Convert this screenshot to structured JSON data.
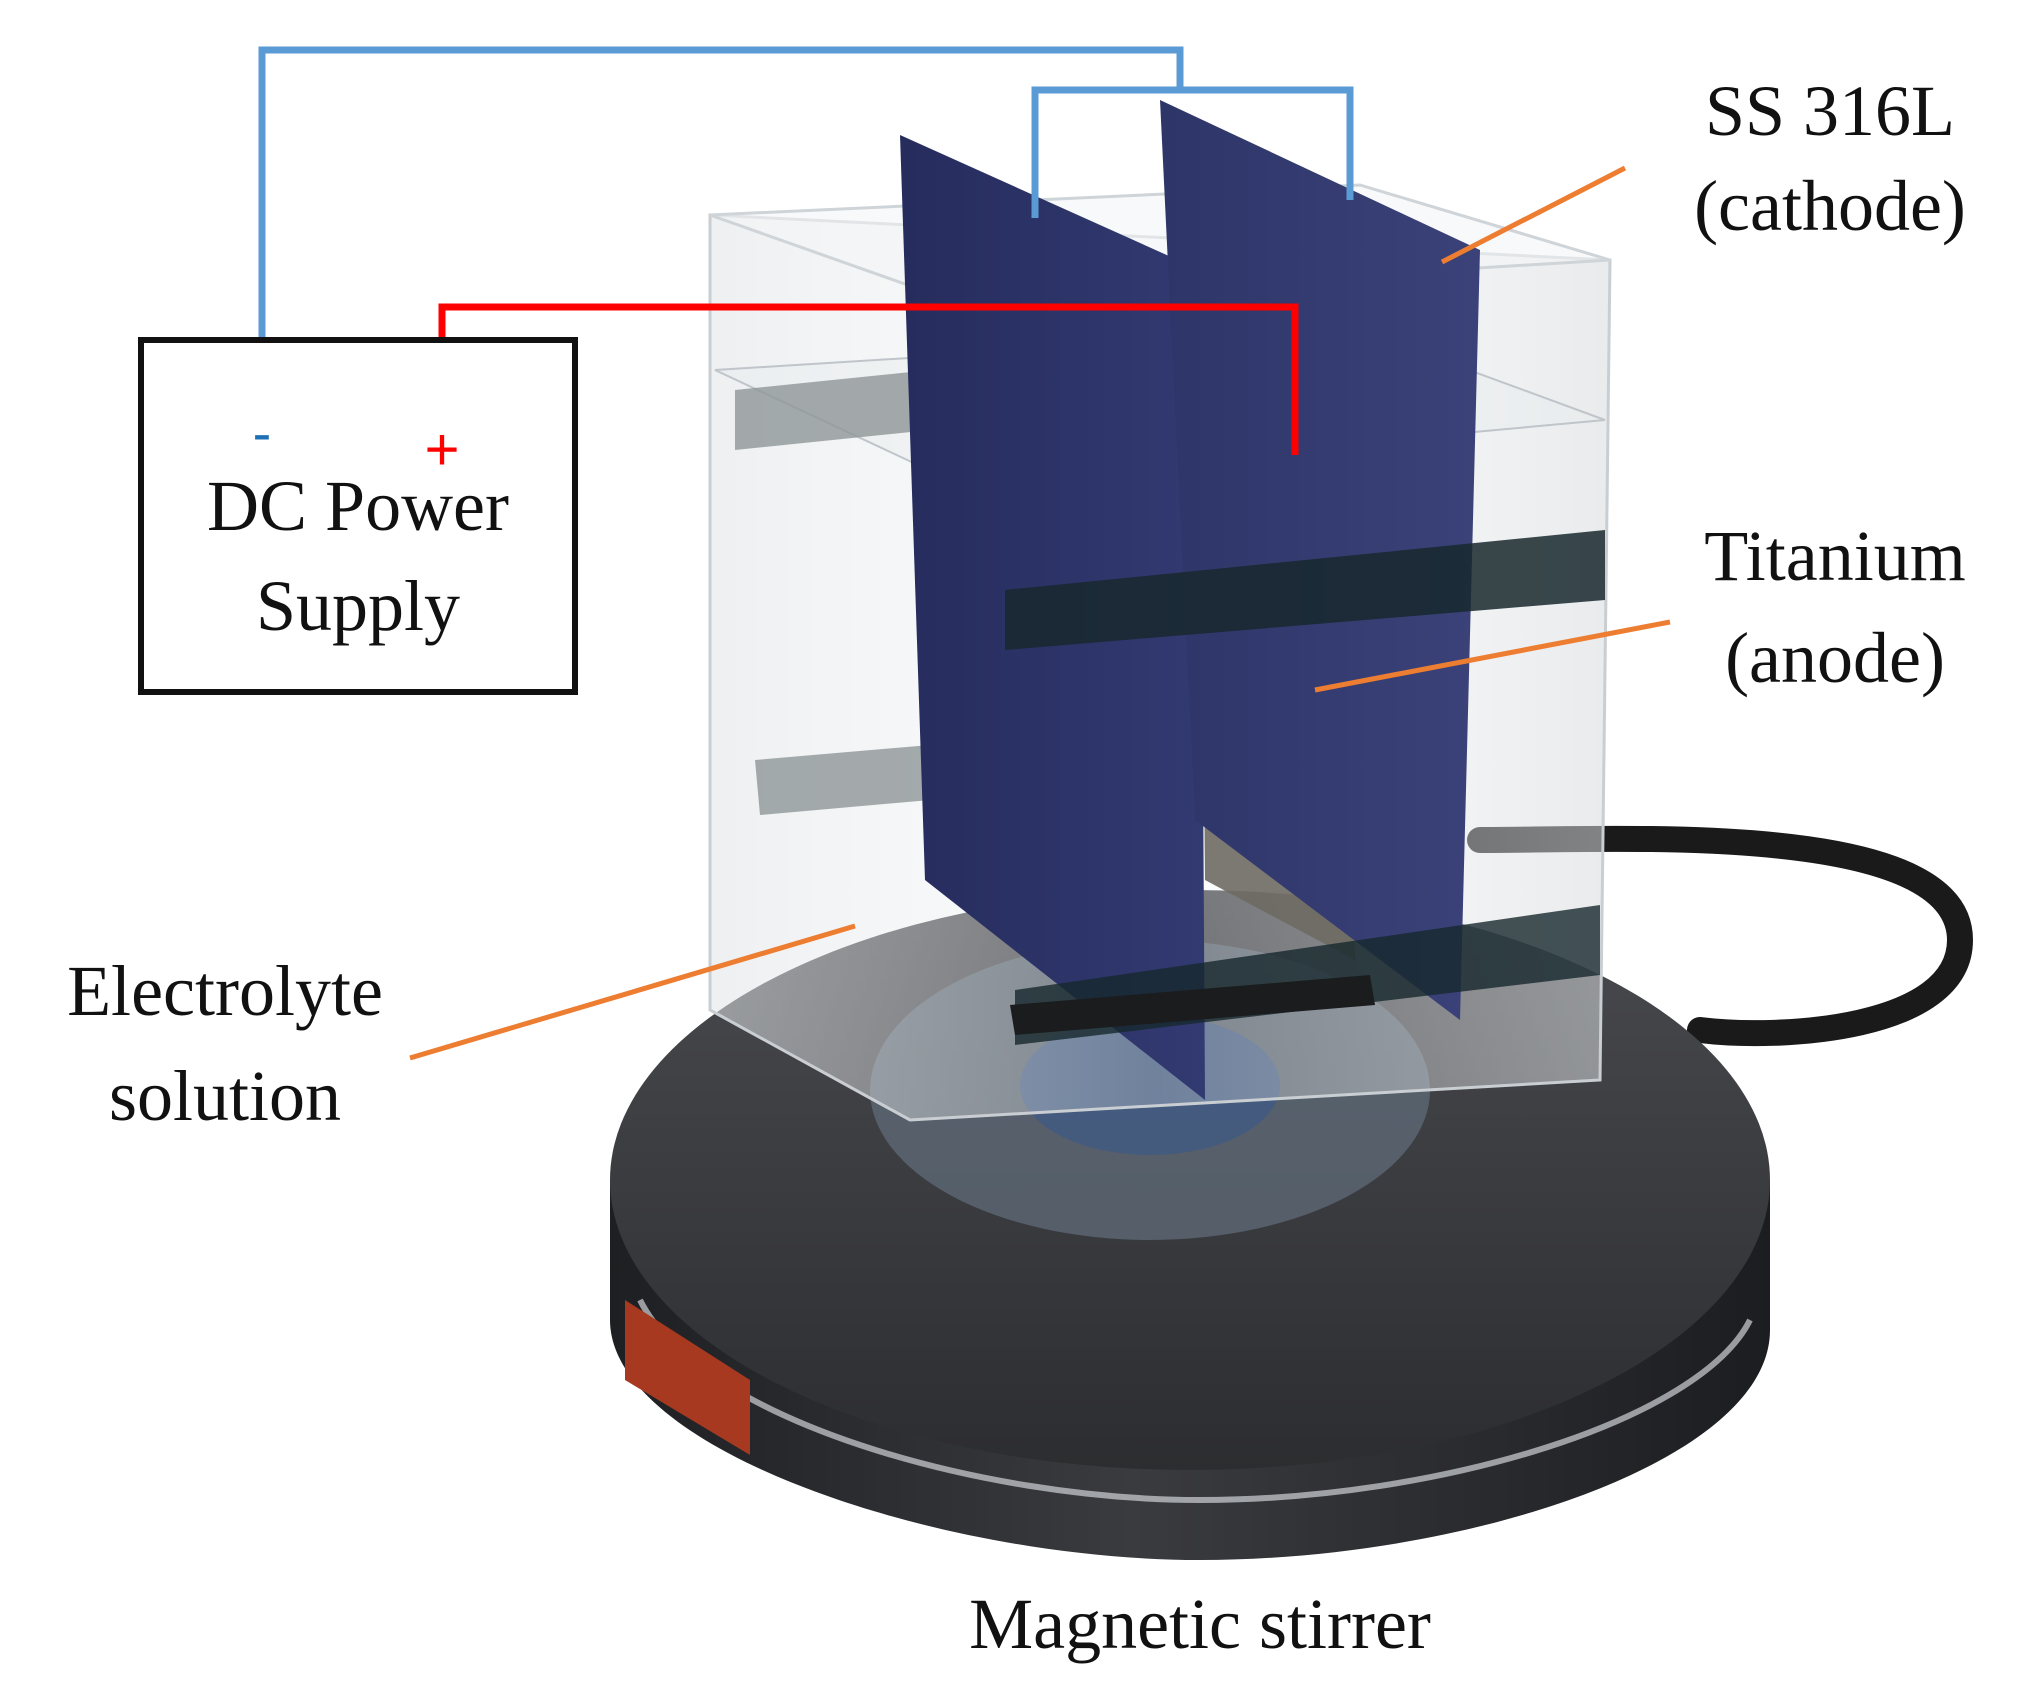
{
  "labels": {
    "power_supply_line1": "DC Power",
    "power_supply_line2": "Supply",
    "negative_terminal": "-",
    "positive_terminal": "+",
    "cathode_line1": "SS 316L",
    "cathode_line2": "(cathode)",
    "anode_line1": "Titanium",
    "anode_line2": "(anode)",
    "electrolyte_line1": "Electrolyte",
    "electrolyte_line2": "solution",
    "stirrer": "Magnetic stirrer"
  },
  "colors": {
    "negative_wire": "#5b9bd5",
    "positive_wire": "#ff0000",
    "leader_line": "#ed7d31",
    "cathode_plate": "#2b3264",
    "anode_plate": "#6e6a63",
    "stirrer_body": "#2f3033",
    "stirrer_indicator": "#a6391f",
    "text": "#111111"
  }
}
